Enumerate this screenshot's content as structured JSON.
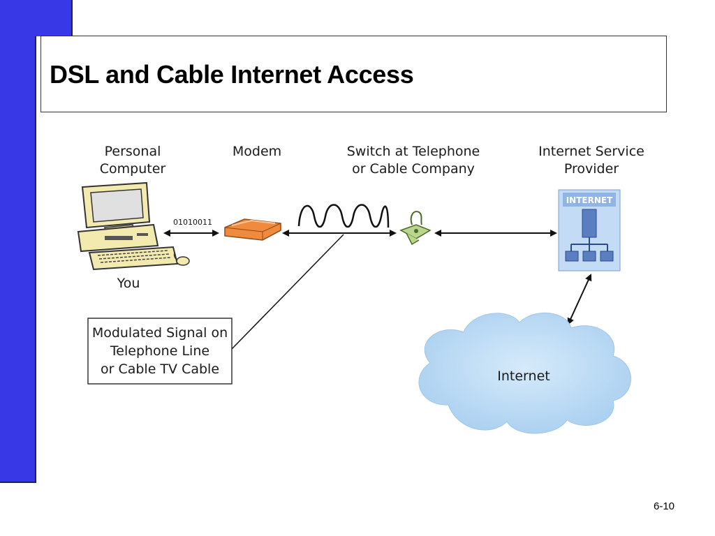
{
  "slide": {
    "title": "DSL and Cable Internet Access",
    "page_number": "6-10"
  },
  "diagram": {
    "pc_label_line1": "Personal",
    "pc_label_line2": "Computer",
    "pc_caption": "You",
    "modem_label": "Modem",
    "binary_data": "01010011",
    "switch_label_line1": "Switch at Telephone",
    "switch_label_line2": "or Cable Company",
    "isp_label_line1": "Internet Service",
    "isp_label_line2": "Provider",
    "isp_logo_text": "INTERNET",
    "signal_line1": "Modulated Signal on",
    "signal_line2": "Telephone Line",
    "signal_line3": "or Cable TV Cable",
    "cloud_label": "Internet"
  },
  "colors": {
    "accent_blue": "#3838e6",
    "modem_orange": "#f08a3c",
    "cloud_blue": "#b4d7f2",
    "isp_blue": "#8fb4e6"
  }
}
